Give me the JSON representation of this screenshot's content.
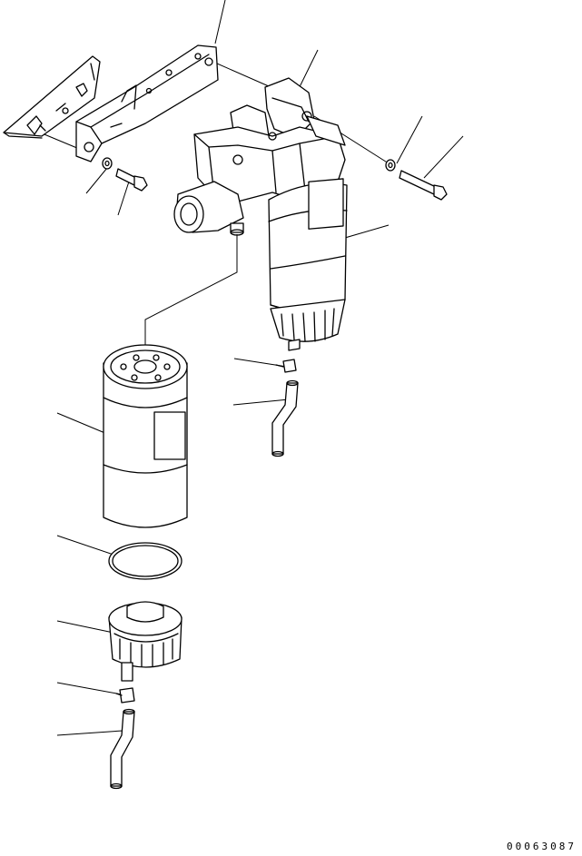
{
  "drawing": {
    "part_number": "00063087"
  },
  "components": [
    {
      "id": "mount-plate",
      "icon": "bracket-plate-icon"
    },
    {
      "id": "angle-bracket",
      "icon": "bracket-icon"
    },
    {
      "id": "filter-head",
      "icon": "filter-head-icon"
    },
    {
      "id": "washer-left",
      "icon": "washer-icon"
    },
    {
      "id": "bolt-left",
      "icon": "bolt-icon"
    },
    {
      "id": "washer-right",
      "icon": "washer-icon"
    },
    {
      "id": "bolt-right",
      "icon": "bolt-icon"
    },
    {
      "id": "water-separator",
      "icon": "filter-cartridge-icon"
    },
    {
      "id": "fuel-filter",
      "icon": "filter-cartridge-icon"
    },
    {
      "id": "o-ring",
      "icon": "o-ring-icon"
    },
    {
      "id": "drain-bowl",
      "icon": "bowl-icon"
    },
    {
      "id": "clamp-upper",
      "icon": "clamp-icon"
    },
    {
      "id": "hose-upper",
      "icon": "hose-icon"
    },
    {
      "id": "clamp-lower",
      "icon": "clamp-icon"
    },
    {
      "id": "hose-lower",
      "icon": "hose-icon"
    }
  ]
}
